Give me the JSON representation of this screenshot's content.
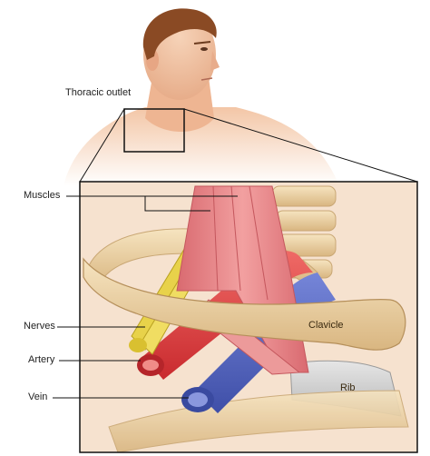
{
  "labels": {
    "region": "Thoracic outlet",
    "muscles": "Muscles",
    "nerves": "Nerves",
    "artery": "Artery",
    "vein": "Vein",
    "clavicle": "Clavicle",
    "rib": "Rib"
  },
  "colors": {
    "skin": "#f2c4a3",
    "hair": "#8a4a24",
    "muscle": "#e9868a",
    "nerve": "#e8d24a",
    "artery": "#e2403f",
    "vein": "#5566c4",
    "bone": "#ecd3a5",
    "rib": "#cfcfcf"
  }
}
